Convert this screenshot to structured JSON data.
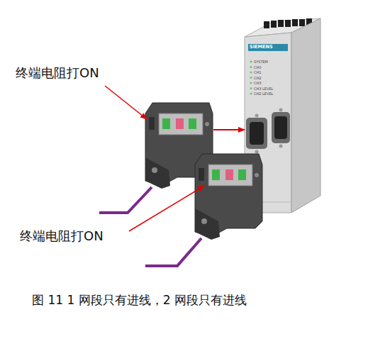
{
  "diagram": {
    "caption": "图 11 1 网段只有进线，2 网段只有进线",
    "labels": [
      "终端电阻打ON",
      "终端电阻打ON",
      "SIEMENS",
      "SYSTEM",
      "CH0",
      "CH1",
      "CH2",
      "CH3",
      "CH3 LEVEL",
      "CH2 LEVEL"
    ]
  }
}
